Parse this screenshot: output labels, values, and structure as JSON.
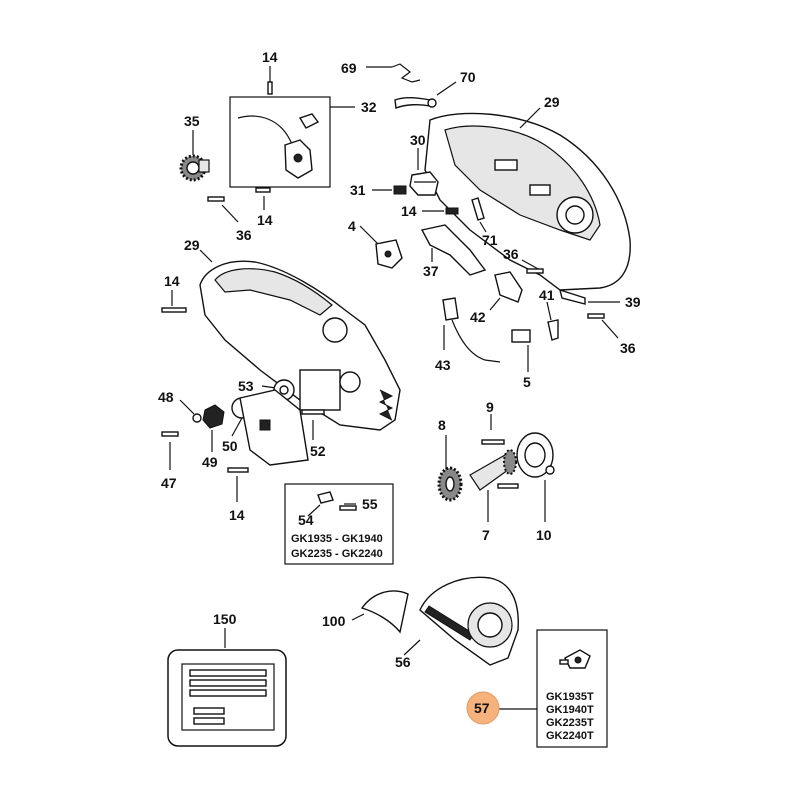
{
  "labels": {
    "l14a": "14",
    "l69": "69",
    "l70": "70",
    "l32": "32",
    "l29a": "29",
    "l35": "35",
    "l30": "30",
    "l31": "31",
    "l14b": "14",
    "l36a": "36",
    "l14c": "14",
    "l71": "71",
    "l4": "4",
    "l37": "37",
    "l36b": "36",
    "l29b": "29",
    "l14d": "14",
    "l41": "41",
    "l39": "39",
    "l42": "42",
    "l36c": "36",
    "l43": "43",
    "l5": "5",
    "l53": "53",
    "l48": "48",
    "l9": "9",
    "l8": "8",
    "l50": "50",
    "l52": "52",
    "l49": "49",
    "l47": "47",
    "l14e": "14",
    "l55": "55",
    "l54": "54",
    "l7": "7",
    "l10": "10",
    "l150": "150",
    "l100": "100",
    "l56": "56",
    "l57": "57"
  },
  "model_box_a": {
    "line1": "GK1935 - GK1940",
    "line2": "GK2235 - GK2240"
  },
  "model_box_b": {
    "m1": "GK1935T",
    "m2": "GK1940T",
    "m3": "GK2235T",
    "m4": "GK2240T"
  },
  "colors": {
    "highlight": "#f5b27c",
    "line": "#111111"
  }
}
